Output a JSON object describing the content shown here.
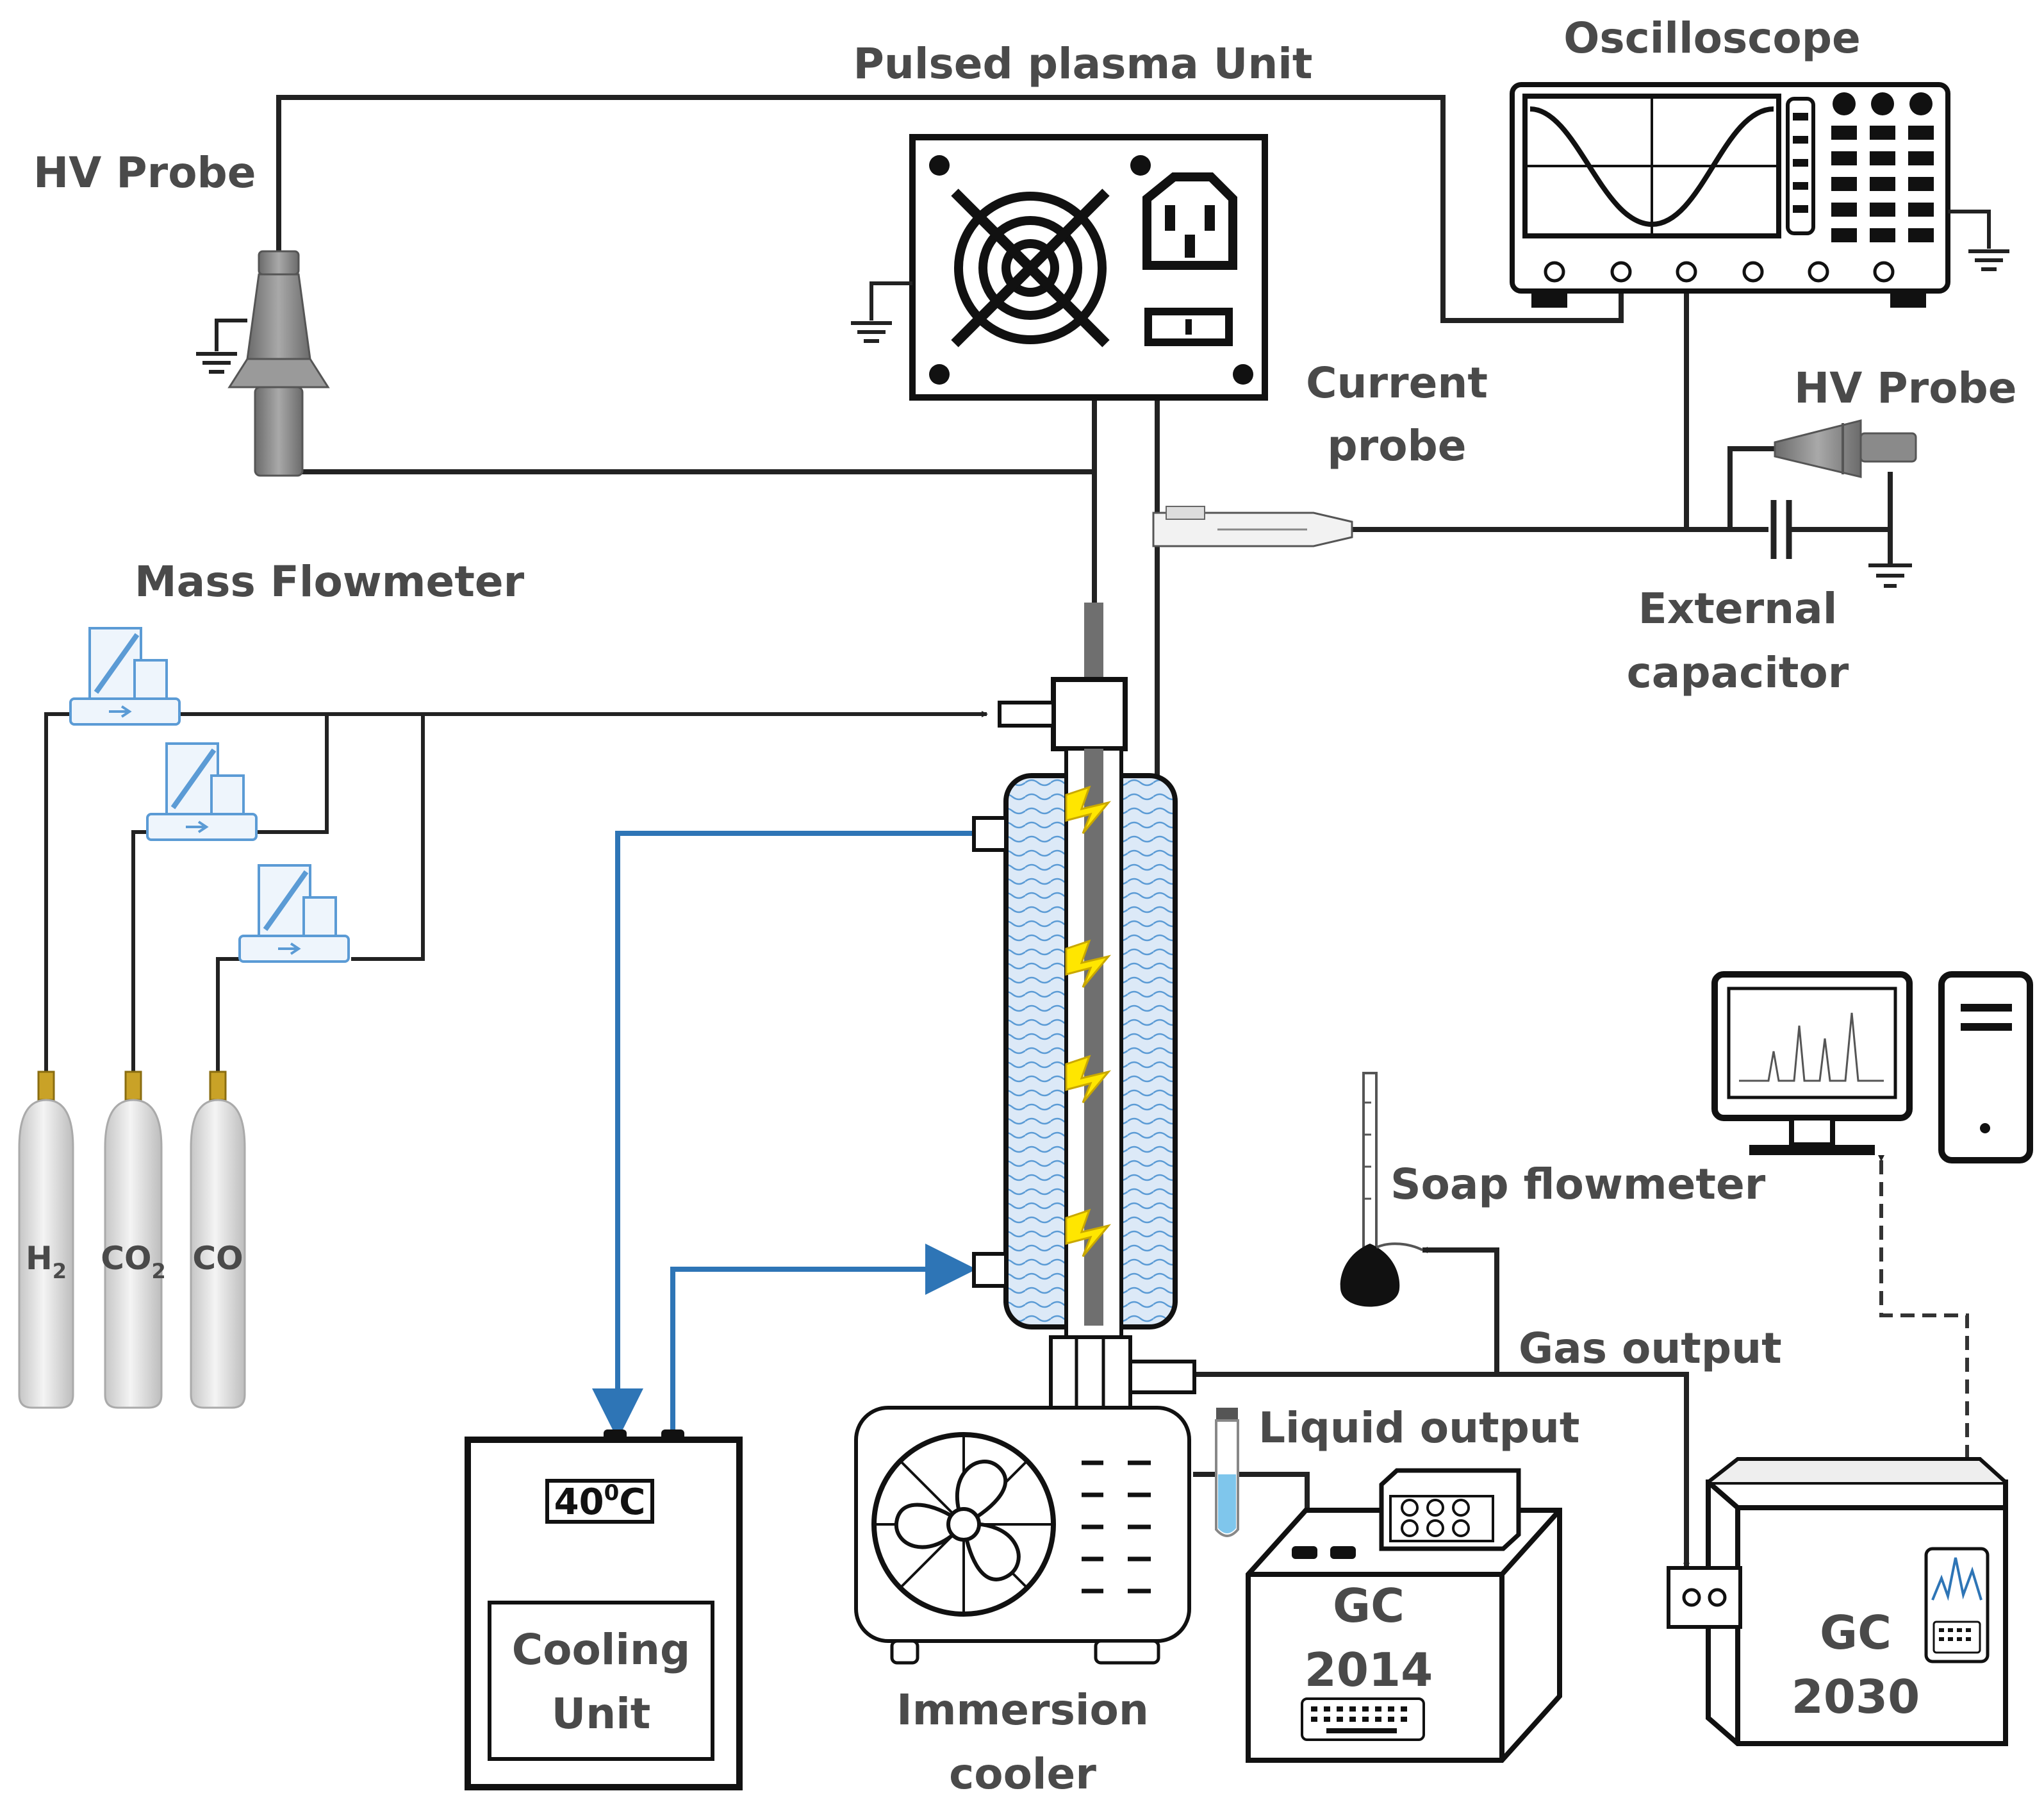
{
  "labels": {
    "pulsed_plasma_unit": "Pulsed plasma Unit",
    "oscilloscope": "Oscilloscope",
    "hv_probe_left": "HV Probe",
    "hv_probe_right": "HV Probe",
    "current_probe_1": "Current",
    "current_probe_2": "probe",
    "external_capacitor_1": "External",
    "external_capacitor_2": "capacitor",
    "mass_flowmeter": "Mass Flowmeter",
    "soap_flowmeter": "Soap flowmeter",
    "gas_output": "Gas output",
    "liquid_output": "Liquid output",
    "immersion_cooler_1": "Immersion",
    "immersion_cooler_2": "cooler",
    "cooling_unit_1": "Cooling",
    "cooling_unit_2": "Unit",
    "temp_display_base": "40",
    "temp_display_sup": "0",
    "temp_display_unit": "C",
    "gc_left_1": "GC",
    "gc_left_2": "2014",
    "gc_right_1": "GC",
    "gc_right_2": "2030"
  },
  "cylinders": [
    {
      "base": "H",
      "sub": "2"
    },
    {
      "base": "CO",
      "sub": "2"
    },
    {
      "base": "CO",
      "sub": ""
    }
  ],
  "colors": {
    "wire": "#222222",
    "water_line": "#2e75b6",
    "jacket_fill": "#d6e6f6",
    "spark": "#ffe600",
    "cylinder": "#e2e2e2",
    "cylinder_valve": "#c9a227",
    "probe": "#7f7f7f",
    "flowmeter": "#5b9bd5"
  }
}
